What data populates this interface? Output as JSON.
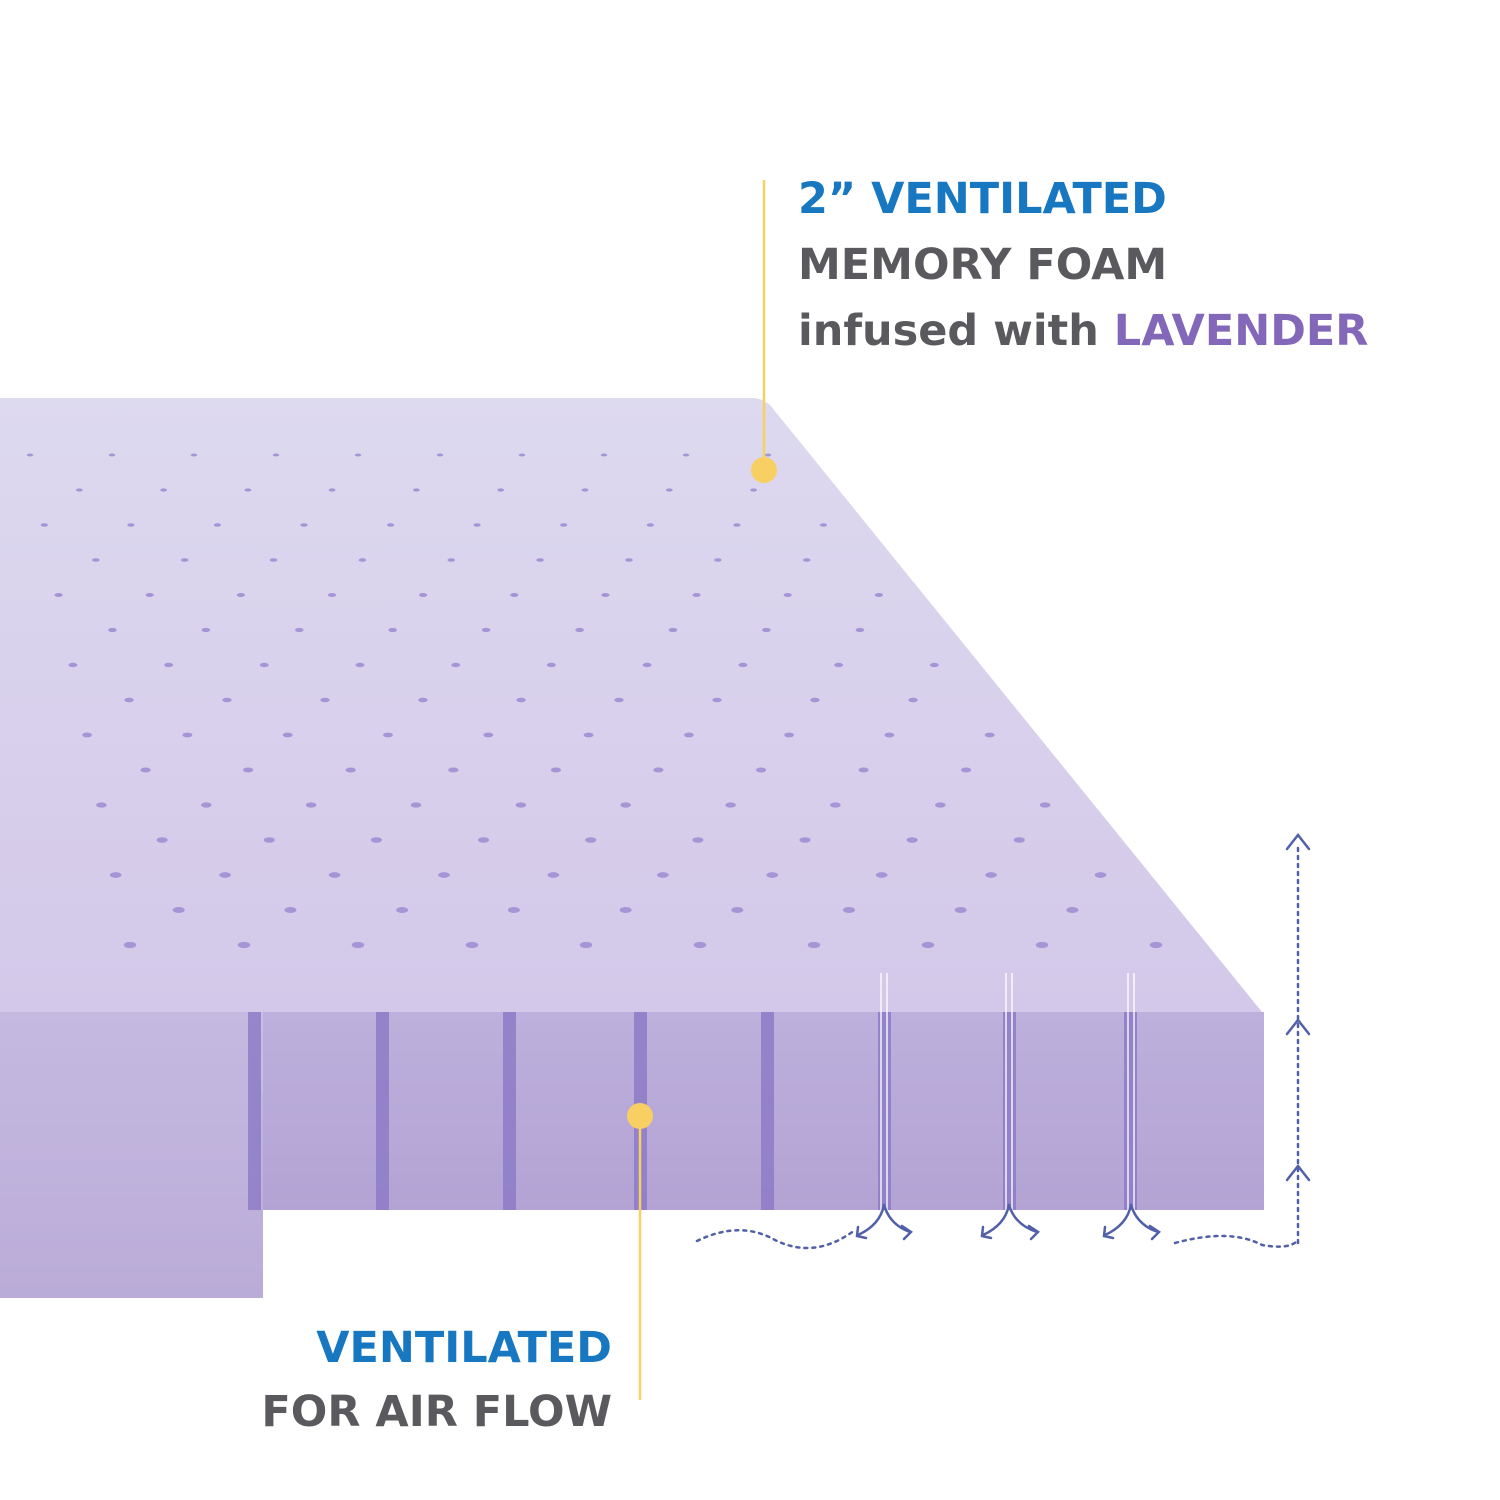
{
  "colors": {
    "heading_blue": "#1777c0",
    "text_gray": "#5a5a5e",
    "lavender_purple": "#8367b8",
    "foam_top": "#ddd8ee",
    "foam_side": "#b7a7d6",
    "callout_yellow": "#f8cf62",
    "airflow_arrow": "#5160a8"
  },
  "callouts": {
    "top": {
      "line1": "2” VENTILATED",
      "line2": "MEMORY FOAM",
      "line3_prefix": "infused with",
      "line3_highlight": "LAVENDER"
    },
    "bottom": {
      "line1": "VENTILATED",
      "line2": "FOR AIR FLOW"
    }
  },
  "icons": {
    "airflow": "dotted-airflow-arrows",
    "marker": "yellow-callout-dot"
  }
}
